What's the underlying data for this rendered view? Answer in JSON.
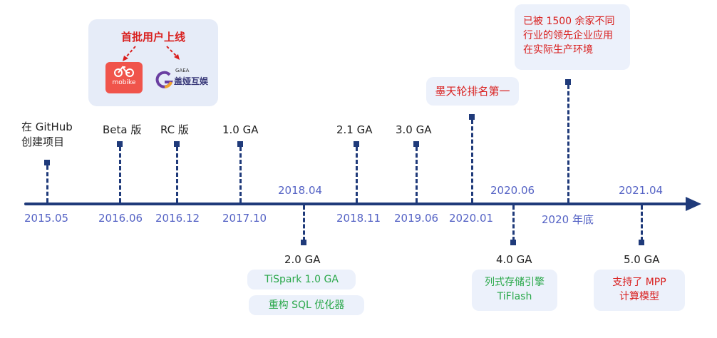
{
  "dates": {
    "d2015": "2015.05",
    "d2016_06": "2016.06",
    "d2016_12": "2016.12",
    "d2017": "2017.10",
    "d2018_04": "2018.04",
    "d2018_11": "2018.11",
    "d2019": "2019.06",
    "d2020_01": "2020.01",
    "d2020_06": "2020.06",
    "d2020_end": "2020 年底",
    "d2021": "2021.04"
  },
  "labels": {
    "github_1": "在 GitHub",
    "github_2": "创建项目",
    "beta": "Beta 版",
    "rc": "RC 版",
    "ga10": "1.0 GA",
    "ga20": "2.0 GA",
    "ga21": "2.1 GA",
    "ga30": "3.0 GA",
    "ga40": "4.0 GA",
    "ga50": "5.0 GA"
  },
  "first_users": {
    "title": "首批用户上线",
    "mobike_logo_text": "mobike",
    "gaea_small": "GAEA",
    "gaea_logo_text": "盖娅互娱"
  },
  "boxes": {
    "tispark": "TiSpark 1.0 GA",
    "sql_optimizer": "重构 SQL 优化器",
    "mo_tianlun": "墨天轮排名第一",
    "enterprises_1": "已被 1500 余家不同",
    "enterprises_2": "行业的领先企业应用",
    "enterprises_3": "在实际生产环境",
    "tiflash_1": "列式存储引擎",
    "tiflash_2": "TiFlash",
    "mpp_1": "支持了 MPP",
    "mpp_2": "计算模型"
  },
  "colors": {
    "axis": "#1f3a7a",
    "date_text": "#5563c5",
    "green_text": "#2aa84a",
    "red_text": "#d9201f",
    "box_bg": "#ecf1fb"
  }
}
